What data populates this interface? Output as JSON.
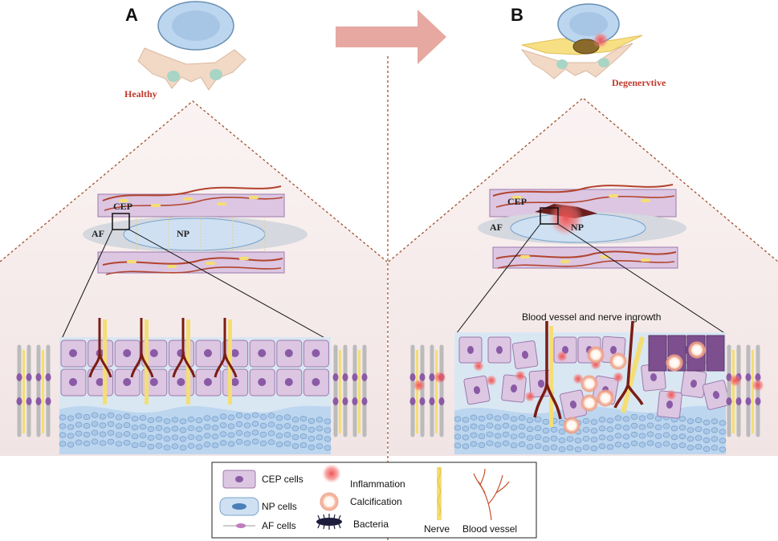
{
  "panels": {
    "a": {
      "letter": "A",
      "state": "Healthy"
    },
    "b": {
      "letter": "B",
      "state": "Degenervtive"
    }
  },
  "labels": {
    "cep": "CEP",
    "af": "AF",
    "np": "NP"
  },
  "ingrowth_caption": "Blood vessel and nerve ingrowth",
  "legend": {
    "cep_cells": "CEP cells",
    "np_cells": "NP cells",
    "af_cells": "AF cells",
    "inflammation": "Inflammation",
    "calcification": "Calcification",
    "bacteria": "Bacteria",
    "nerve": "Nerve",
    "blood_vessel": "Blood vessel"
  },
  "colors": {
    "arrow": "#e6a8a0",
    "cep_fill": "#dcc6e2",
    "cep_nucleus": "#8a5aa6",
    "np_fill": "#cfe0f2",
    "af_fill": "#d5d8de",
    "vessel": "#b2442e",
    "nerve": "#f4de74",
    "inflammation": "#f36a6a",
    "label_red": "#c0392b",
    "cone_fill": "#f5e9e9"
  }
}
